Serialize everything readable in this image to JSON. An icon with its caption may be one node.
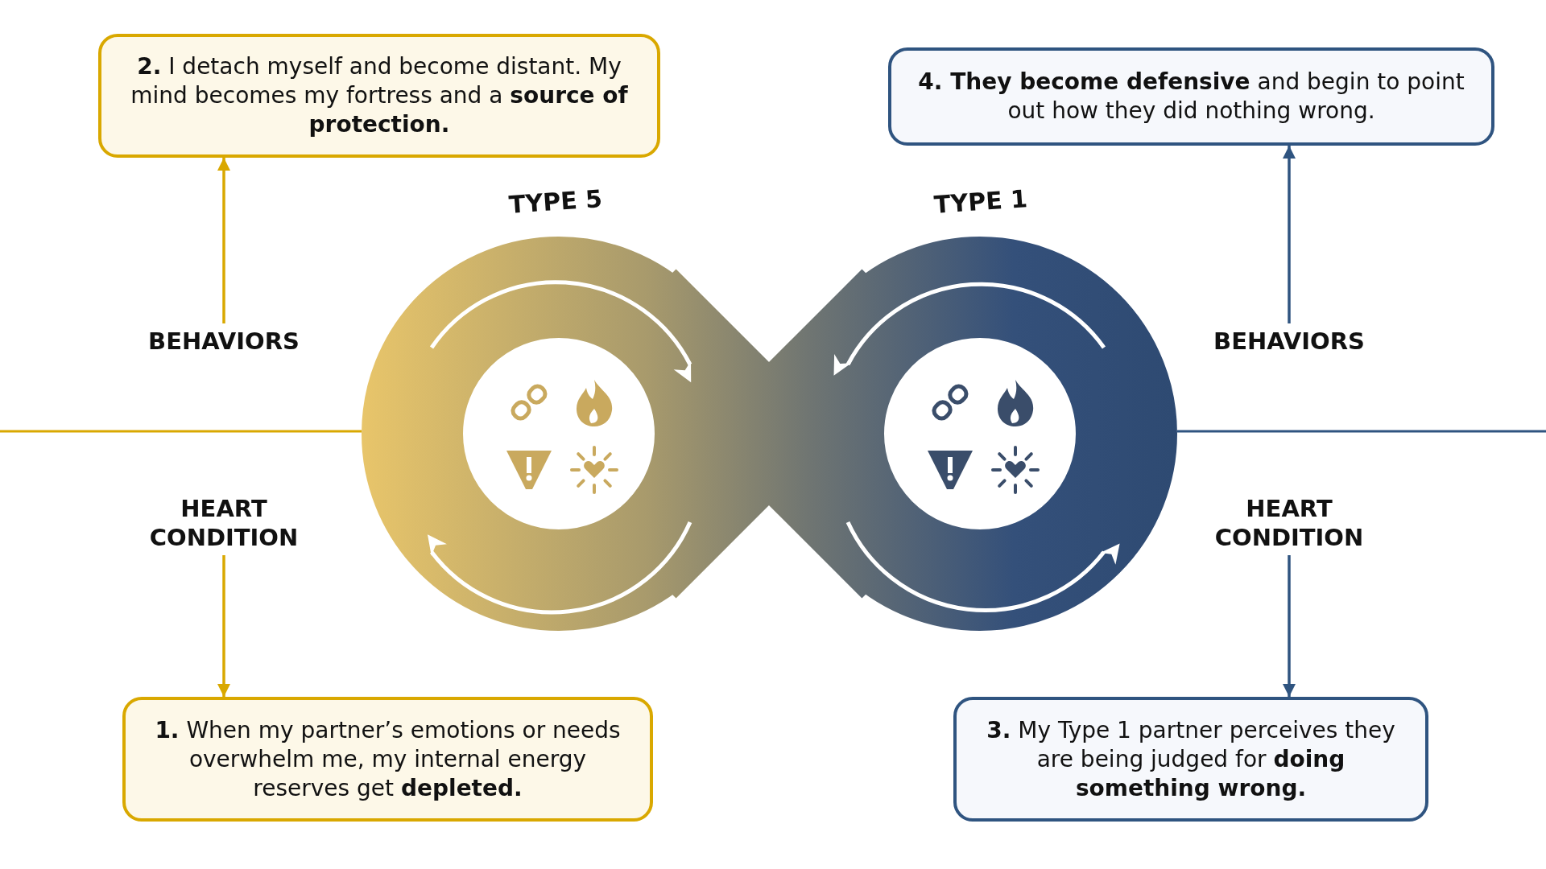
{
  "diagram": {
    "nodes": [
      {
        "text": [
          "**2.** I detach myself and become distant. My mind becomes my fortress and a **source of protection.**"
        ]
      },
      {
        "text": [
          "**4. They become defensive** and begin to point out how they did nothing wrong."
        ]
      },
      {
        "text": [
          "BEHAVIORS"
        ]
      },
      {
        "text": [
          "BEHAVIORS"
        ]
      },
      {
        "text": [
          "HEART CONDITION"
        ]
      },
      {
        "text": [
          "HEART CONDITION"
        ]
      },
      {
        "text": [
          "**1.** When my partner’s emotions or needs overwhelm me, my internal energy reserves get **depleted.**"
        ]
      },
      {
        "text": [
          "**3.** My Type 1 partner perceives they are being judged for **doing something wrong.**"
        ]
      }
    ],
    "edges": [
      {
        "from": 2,
        "to": 0,
        "arrow": "to",
        "color": "#d9a800"
      },
      {
        "from": 3,
        "to": 1,
        "arrow": "to",
        "color": "#2f5480"
      },
      {
        "from": 4,
        "to": 6,
        "arrow": "to",
        "color": "#d9a800"
      },
      {
        "from": 5,
        "to": 7,
        "arrow": "to",
        "color": "#2f5480"
      }
    ],
    "labels": [
      "TYPE 5",
      "TYPE 1"
    ]
  }
}
